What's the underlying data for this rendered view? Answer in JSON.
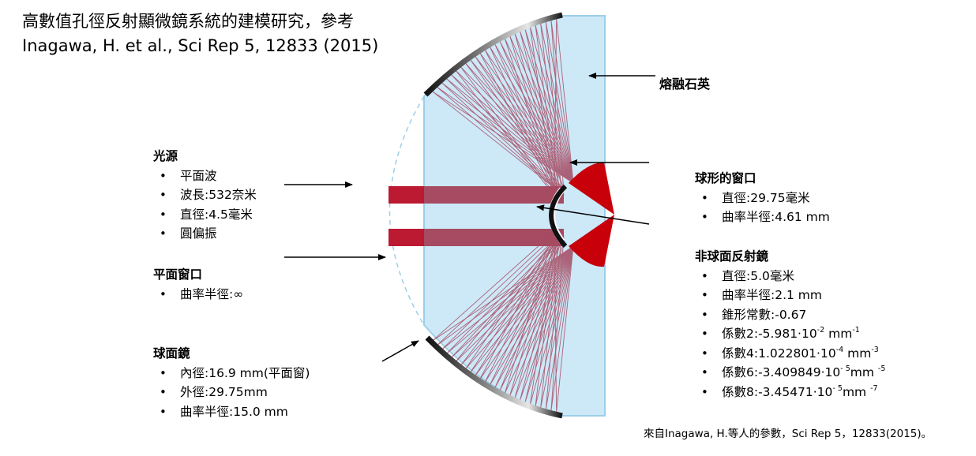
{
  "title": {
    "line1": "高數值孔徑反射顯微鏡系統的建模研究，參考",
    "line2": "Inagawa, H. et al., Sci Rep 5, 12833 (2015)"
  },
  "labels": {
    "fused_quartz": "熔融石英",
    "credit": "來自Inagawa, H.等人的參數，Sci Rep 5，12833(2015)。"
  },
  "light_source": {
    "heading": "光源",
    "items": [
      "平面波",
      "波長:532奈米",
      "直徑:4.5毫米",
      "圓偏振"
    ]
  },
  "flat_window": {
    "heading": "平面窗口",
    "items": [
      "曲率半徑:∞"
    ]
  },
  "spherical_mirror": {
    "heading": "球面鏡",
    "items": [
      "內徑:16.9 mm(平面窗)",
      "外徑:29.75mm",
      "曲率半徑:15.0 mm"
    ]
  },
  "spherical_window": {
    "heading": "球形的窗口",
    "items": [
      "直徑:29.75毫米",
      "曲率半徑:4.61 mm"
    ]
  },
  "aspheric_mirror": {
    "heading": "非球面反射鏡",
    "items": [
      "直徑:5.0毫米",
      "曲率半徑:2.1 mm",
      "錐形常數:-0.67"
    ],
    "coefficients": [
      {
        "prefix": "係數2:-5.981·10",
        "exp": "-2",
        "unit": " mm",
        "unit_exp": "-1"
      },
      {
        "prefix": "係數4:1.022801·10",
        "exp": "-4",
        "unit": " mm",
        "unit_exp": "-3"
      },
      {
        "prefix": "係數6:-3.409849·10",
        "exp": "- 5",
        "unit": "mm ",
        "unit_exp": "-5"
      },
      {
        "prefix": "係數8:-3.45471·10",
        "exp": "- 5",
        "unit": "mm ",
        "unit_exp": "-7"
      }
    ]
  },
  "colors": {
    "quartz_fill": "#cde8f7",
    "quartz_edge": "#9ccfe9",
    "beam": "#a64b62",
    "ray": "#a64b62",
    "focus": "#c8000a",
    "mirror_dark": "#111111"
  }
}
